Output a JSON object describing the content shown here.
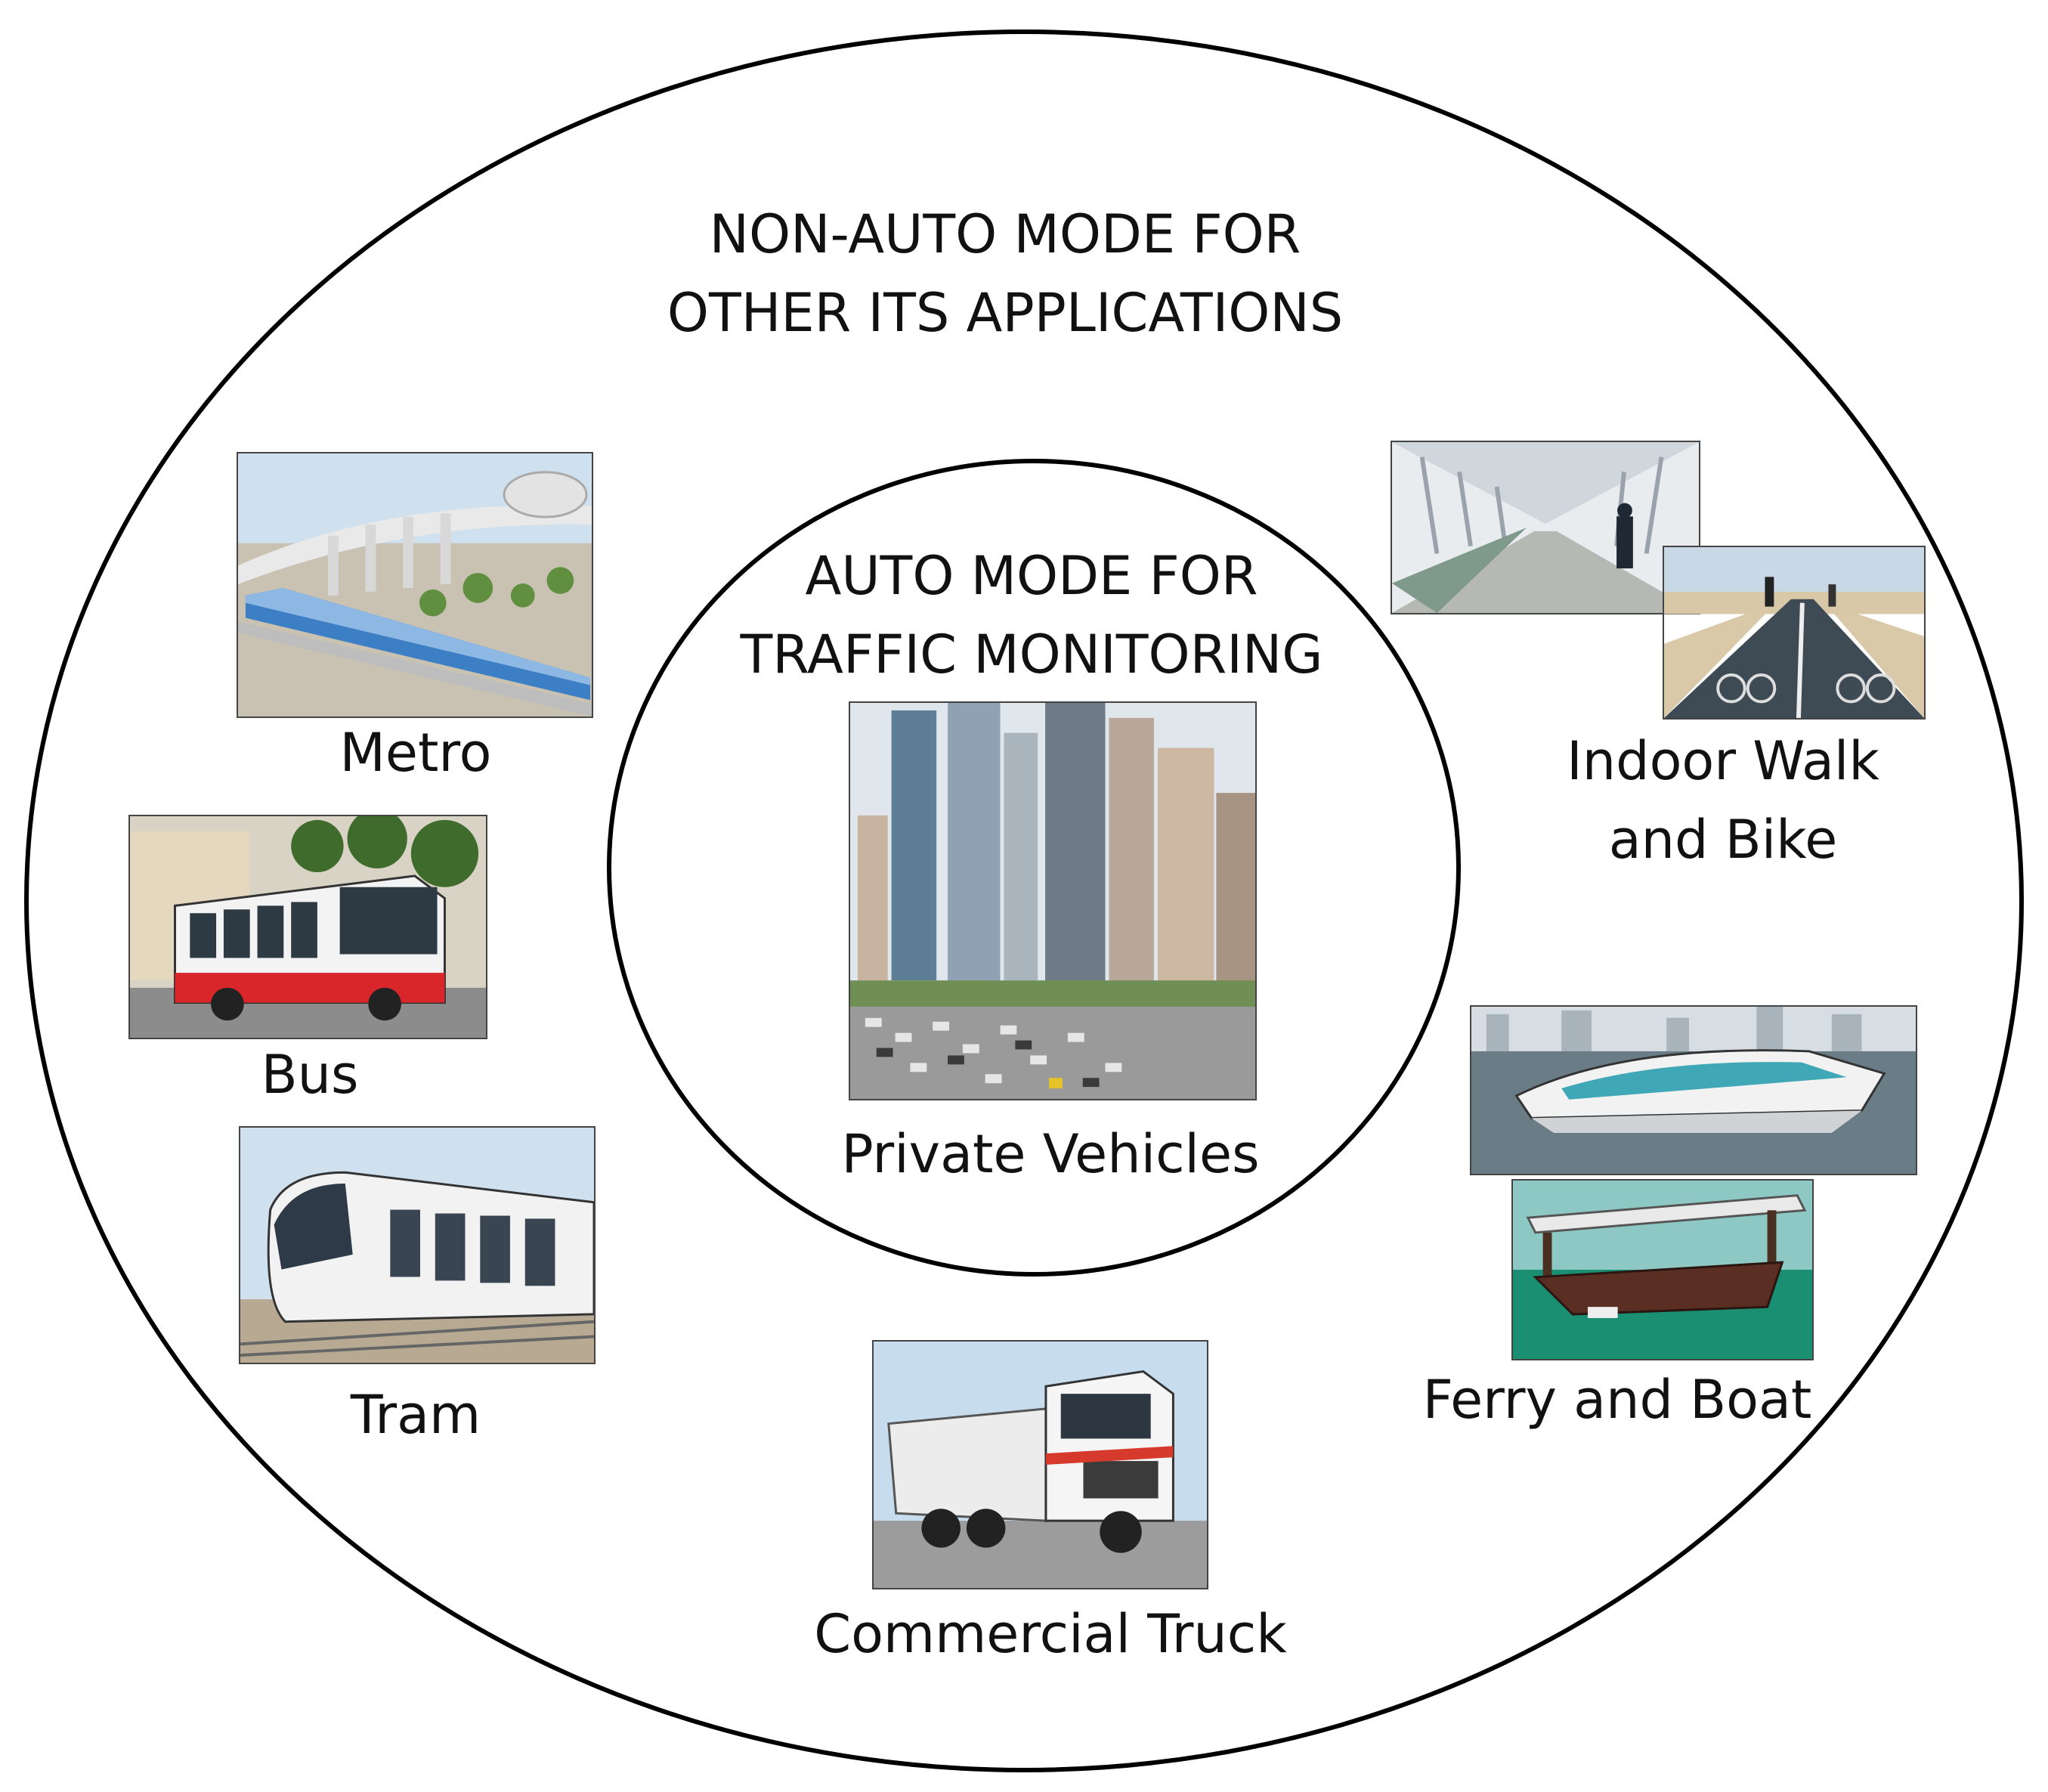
{
  "outer": {
    "title": "NON-AUTO MODE FOR\nOTHER ITS APPLICATIONS"
  },
  "inner": {
    "title": "AUTO MODE FOR\nTRAFFIC MONITORING",
    "caption": "Private Vehicles"
  },
  "modes": {
    "metro": "Metro",
    "bus": "Bus",
    "tram": "Tram",
    "truck": "Commercial Truck",
    "walk_bike": "Indoor Walk\nand Bike",
    "ferry_boat": "Ferry and Boat"
  },
  "colors": {
    "ring": "#000000",
    "sky": "#cfe0ef",
    "metro_train": "#3d7fc4",
    "bus_red": "#d8262b",
    "water": "#3f7f86",
    "boat_green": "#1a8f72"
  }
}
